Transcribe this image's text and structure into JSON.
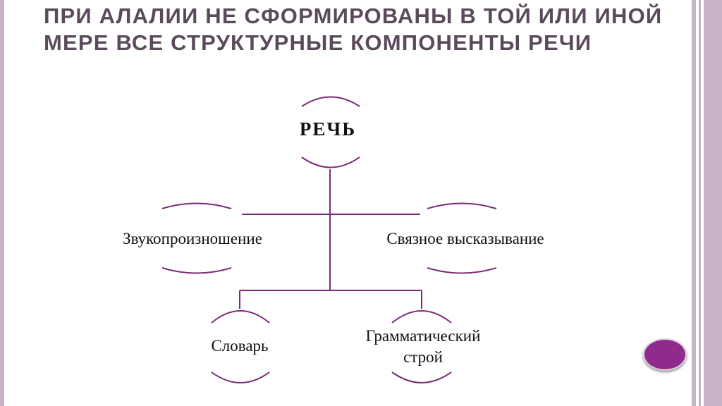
{
  "slide": {
    "title": "ПРИ АЛАЛИИ НЕ СФОРМИРОВАНЫ В ТОЙ ИЛИ ИНОЙ МЕРЕ ВСЕ СТРУКТУРНЫЕ КОМПОНЕНТЫ РЕЧИ"
  },
  "diagram": {
    "root": "РЕЧЬ",
    "left": "Звукопроизношение",
    "right": "Связное высказывание",
    "bottom_left": "Словарь",
    "bottom_right": "Грамматический строй"
  },
  "colors": {
    "accent": "#7b2a79",
    "button": "#8e2b8c",
    "title": "#5b4a5b",
    "border": "#c6b3c6"
  }
}
